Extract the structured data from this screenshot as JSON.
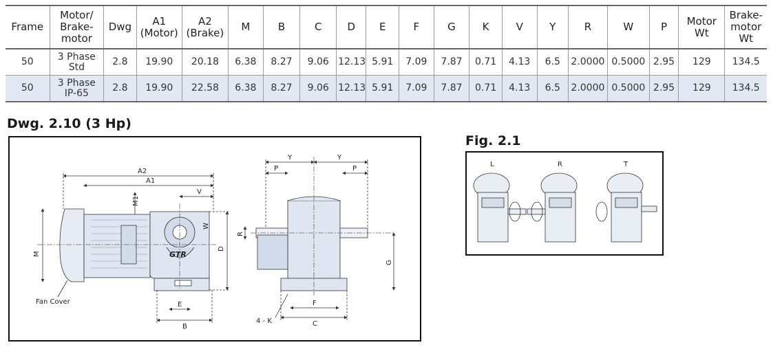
{
  "table": {
    "headers": [
      "Frame",
      "Motor/\nBrake-\nmotor",
      "Dwg",
      "A1\n(Motor)",
      "A2\n(Brake)",
      "M",
      "B",
      "C",
      "D",
      "E",
      "F",
      "G",
      "K",
      "V",
      "Y",
      "R",
      "W",
      "P",
      "Motor\nWt",
      "Brake-\nmotor\nWt"
    ],
    "rows": [
      [
        "50",
        "3 Phase\nStd",
        "2.8",
        "19.90",
        "20.18",
        "6.38",
        "8.27",
        "9.06",
        "12.13",
        "5.91",
        "7.09",
        "7.87",
        "0.71",
        "4.13",
        "6.5",
        "2.0000",
        "0.5000",
        "2.95",
        "129",
        "134.5"
      ],
      [
        "50",
        "3 Phase\nIP-65",
        "2.8",
        "19.90",
        "22.58",
        "6.38",
        "8.27",
        "9.06",
        "12.13",
        "5.91",
        "7.09",
        "7.87",
        "0.71",
        "4.13",
        "6.5",
        "2.0000",
        "0.5000",
        "2.95",
        "129",
        "134.5"
      ]
    ]
  },
  "drawing": {
    "title": "Dwg. 2.10 (3 Hp)",
    "labels": {
      "a2": "A2",
      "a1": "A1",
      "v": "V",
      "m1": "M1",
      "w": "W",
      "m": "M",
      "d": "D",
      "e": "E",
      "b": "B",
      "fan_cover": "Fan Cover",
      "brand": "GTR",
      "y1": "Y",
      "y2": "Y",
      "p1": "P",
      "p2": "P",
      "r": "R",
      "g": "G",
      "f": "F",
      "c": "C",
      "k": "4 - K"
    }
  },
  "figure": {
    "title": "Fig. 2.1",
    "labels": {
      "l": "L",
      "r": "R",
      "t": "T"
    }
  },
  "colors": {
    "row_alt": "#e2e8f4",
    "motor_fill": "#dfe6f2",
    "border": "#111111"
  }
}
